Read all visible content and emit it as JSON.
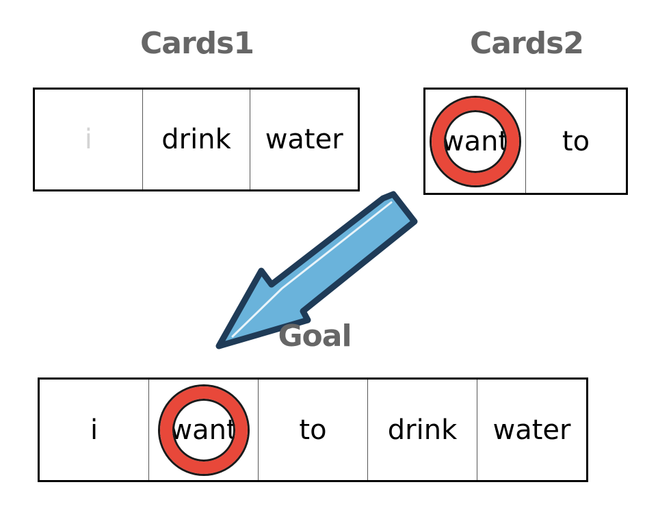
{
  "cards1": {
    "title": "Cards1",
    "words": [
      "i",
      "drink",
      "water"
    ],
    "used_index": 0
  },
  "cards2": {
    "title": "Cards2",
    "words": [
      "want",
      "to"
    ],
    "marked_index": 0
  },
  "goal": {
    "title": "Goal",
    "words": [
      "i",
      "want",
      "to",
      "drink",
      "water"
    ],
    "marked_index": 1
  },
  "colors": {
    "title_gray": "#666666",
    "used_word": "#d4d4d4",
    "circle_red": "#e8483a",
    "arrow_fill": "#6ab3db",
    "arrow_outline": "#1f3b57"
  },
  "icons": {
    "arrow": "down-left-arrow-icon",
    "marker": "red-circle-icon"
  }
}
